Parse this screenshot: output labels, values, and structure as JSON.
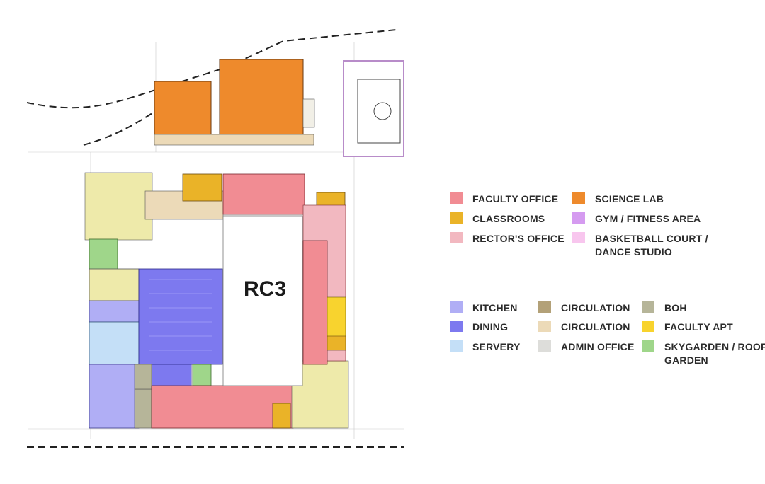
{
  "plan": {
    "title": "RC3"
  },
  "legend": [
    {
      "key": "faculty_office",
      "label": "FACULTY OFFICE",
      "color": "#f18c93"
    },
    {
      "key": "science_lab",
      "label": "SCIENCE LAB",
      "color": "#ee8a2c"
    },
    {
      "key": "classrooms",
      "label": "CLASSROOMS",
      "color": "#eab328"
    },
    {
      "key": "gym",
      "label": "GYM / FITNESS AREA",
      "color": "#d59bf0"
    },
    {
      "key": "rectors_office",
      "label": "RECTOR'S OFFICE",
      "color": "#f2b8c0"
    },
    {
      "key": "basketball",
      "label": "BASKETBALL COURT / DANCE STUDIO",
      "color": "#f8c6ee"
    },
    {
      "key": "kitchen",
      "label": "KITCHEN",
      "color": "#b0aef5"
    },
    {
      "key": "circulation_dark",
      "label": "CIRCULATION",
      "color": "#b3a178"
    },
    {
      "key": "boh",
      "label": "BOH",
      "color": "#b6b599"
    },
    {
      "key": "dining",
      "label": "DINING",
      "color": "#7d79ef"
    },
    {
      "key": "circulation_light",
      "label": "CIRCULATION",
      "color": "#ecdab8"
    },
    {
      "key": "faculty_apt",
      "label": "FACULTY APT",
      "color": "#f8d32e"
    },
    {
      "key": "servery",
      "label": "SERVERY",
      "color": "#c4dff7"
    },
    {
      "key": "admin_office",
      "label": "ADMIN OFFICE",
      "color": "#ddddda"
    },
    {
      "key": "skygarden",
      "label": "SKYGARDEN / ROOF GARDEN",
      "color": "#9fd68a"
    }
  ]
}
